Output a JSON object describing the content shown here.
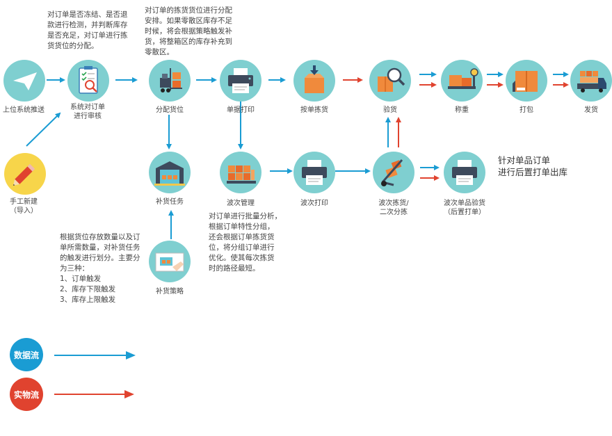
{
  "colors": {
    "data_flow": "#1a9cd3",
    "physical_flow": "#e0432f",
    "node_bg": "#7fcfd0"
  },
  "nodes": {
    "upstream": "上位系统推送",
    "manual": "手工新建\n（导入）",
    "audit": "系统对订单\n进行审核",
    "allocate": "分配货位",
    "print_doc": "单据打印",
    "pick": "按单拣货",
    "inspect": "验货",
    "weigh": "称重",
    "pack": "打包",
    "ship": "发货",
    "replenish_task": "补货任务",
    "wave_manage": "波次管理",
    "wave_print": "波次打印",
    "wave_pick": "波次拣货/\n二次分拣",
    "wave_single": "波次单品验货\n（后置打单）",
    "replenish_strategy": "补货策略"
  },
  "notes": {
    "audit": "对订单是否冻结、是否退\n款进行检测，并判断库存\n是否充足，对订单进行拣\n货货位的分配。",
    "allocate": "对订单的拣货货位进行分配\n安排。如果零散区库存不足\n时候，将会根据策略触发补\n货，将整箱区的库存补充到\n零散区。",
    "replenish": "根据货位存放数量以及订\n单所需数量，对补货任务\n的触发进行划分。主要分\n为三种：\n1、订单触发\n2、库存下限触发\n3、库存上限触发",
    "wave": "对订单进行批量分析，\n根据订单特性分组，\n还会根据订单拣货货\n位，将分组订单进行\n优化。使其每次拣货\n时的路径最短。",
    "single": "针对单品订单\n进行后置打单出库"
  },
  "legend": {
    "data_flow": "数据流",
    "physical_flow": "实物流"
  },
  "icons": [
    "paper-plane-icon",
    "pencil-icon",
    "clipboard-check-icon",
    "forklift-icon",
    "printer-icon",
    "box-down-icon",
    "magnifier-box-icon",
    "scale-icon",
    "package-icon",
    "truck-icon",
    "warehouse-icon",
    "pallet-boxes-icon",
    "hand-truck-icon",
    "hand-screen-icon"
  ]
}
